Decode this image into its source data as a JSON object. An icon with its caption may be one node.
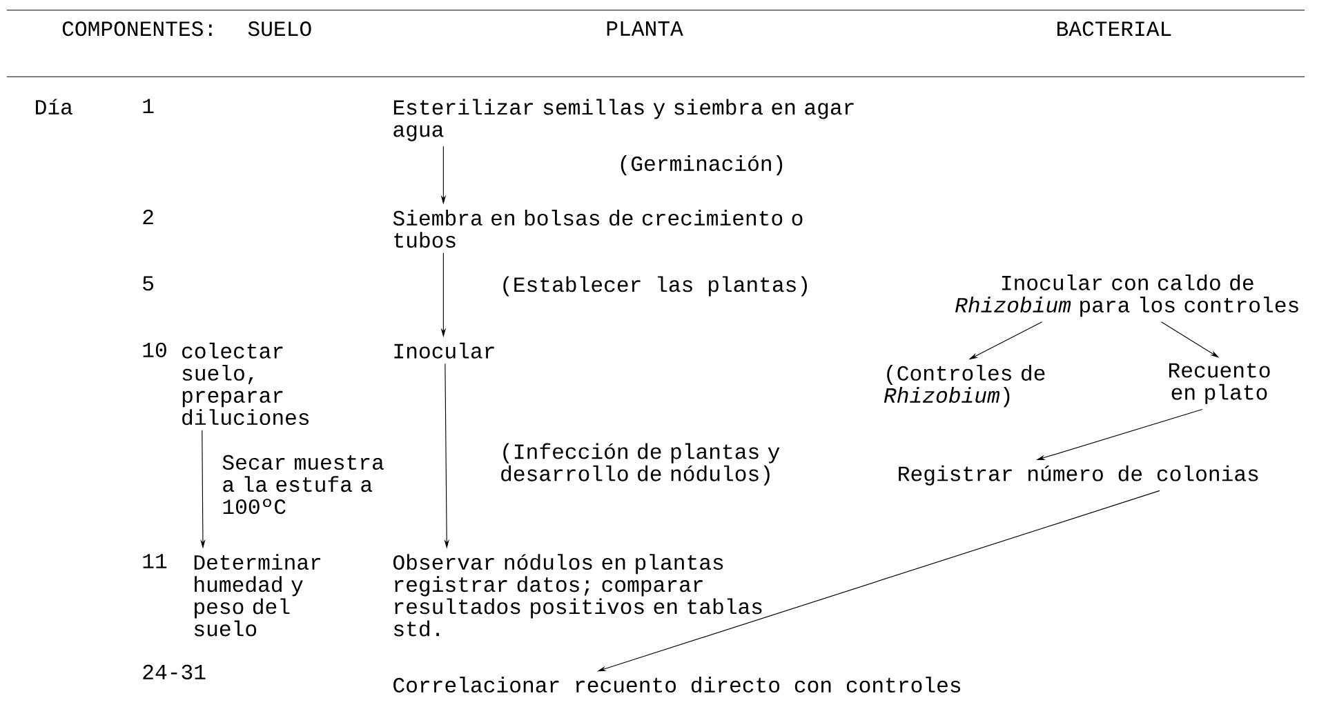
{
  "diagram": {
    "nodes": [
      {
        "text": [
          "Esterilizar semillas y siembra en agar agua"
        ]
      },
      {
        "text": [
          "Siembra en bolsas de crecimiento o tubos"
        ]
      },
      {
        "text": [
          "Inocular"
        ]
      },
      {
        "text": [
          "Observar nódulos en plantas registrar datos; comparar resultados positivos en tablas std."
        ]
      },
      {
        "text": [
          "colectar suelo, preparar diluciones"
        ]
      },
      {
        "text": [
          "Determinar humedad y peso del suelo"
        ]
      },
      {
        "text": [
          "Inocular con caldo de *Rhizobium* para los controles"
        ]
      },
      {
        "text": [
          "(Controles de *Rhizobium*)"
        ]
      },
      {
        "text": [
          "Recuento en plato"
        ]
      },
      {
        "text": [
          "Registrar número de colonias"
        ]
      },
      {
        "text": [
          "Correlacionar recuento directo con controles"
        ]
      }
    ],
    "edges": [
      {
        "from": 0,
        "to": 1,
        "arrow": "to"
      },
      {
        "from": 1,
        "to": 2,
        "arrow": "to"
      },
      {
        "from": 2,
        "to": 3,
        "arrow": "to"
      },
      {
        "from": 4,
        "to": 5,
        "arrow": "to",
        "label": "Secar muestra a la estufa a 100ºC"
      },
      {
        "from": 6,
        "to": 7,
        "arrow": "to"
      },
      {
        "from": 6,
        "to": 8,
        "arrow": "to"
      },
      {
        "from": 8,
        "to": 9,
        "arrow": "to"
      },
      {
        "from": 9,
        "to": 10,
        "arrow": "to"
      }
    ],
    "labels": [
      "COMPONENTES:",
      "SUELO",
      "PLANTA",
      "BACTERIAL",
      "Día",
      "1",
      "(Germinación)",
      "2",
      "5",
      "(Establecer las plantas)",
      "10",
      "(Infección de plantas y desarrollo de nódulos)",
      "11",
      "24-31"
    ]
  }
}
